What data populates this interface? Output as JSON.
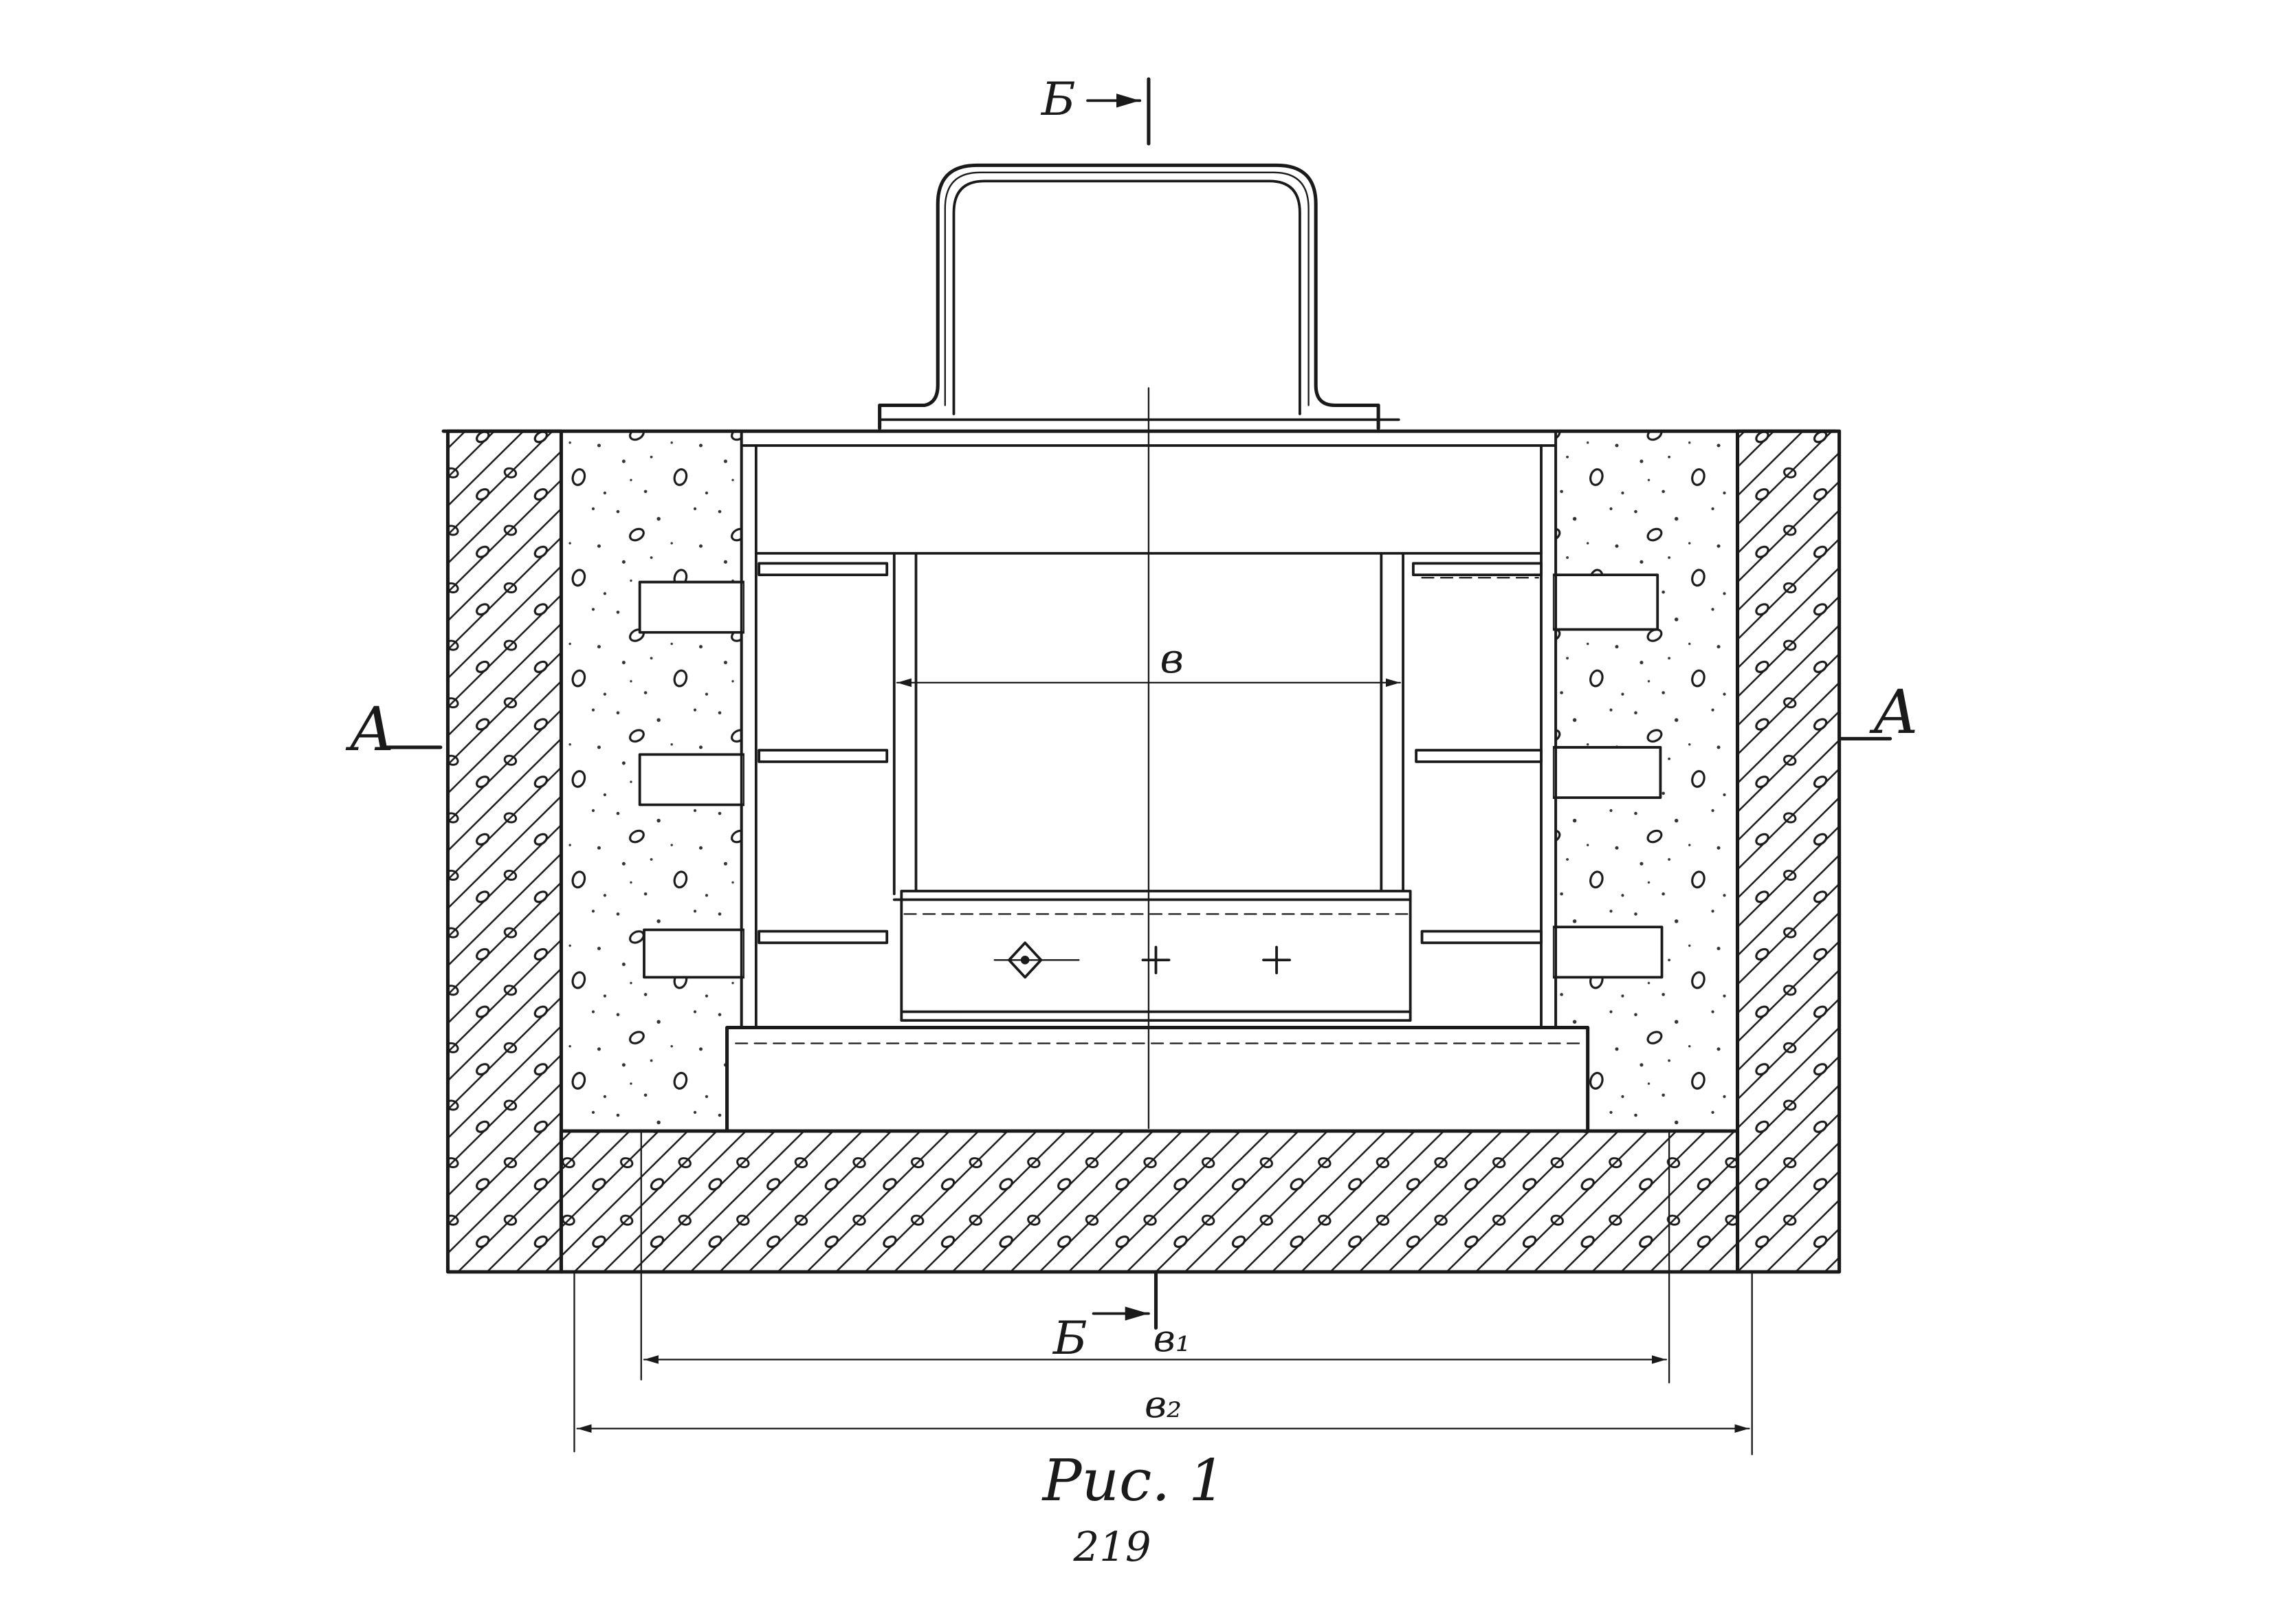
{
  "section_labels": {
    "top": "Б",
    "bottom": "Б",
    "left": "А",
    "right": "А"
  },
  "dimensions": {
    "inner_width": "в",
    "width_1": "в₁",
    "width_2": "в₂"
  },
  "caption": {
    "figure": "Рис. 1",
    "page": "219"
  },
  "colors": {
    "ink": "#1a1a1a",
    "paper": "#ffffff"
  }
}
